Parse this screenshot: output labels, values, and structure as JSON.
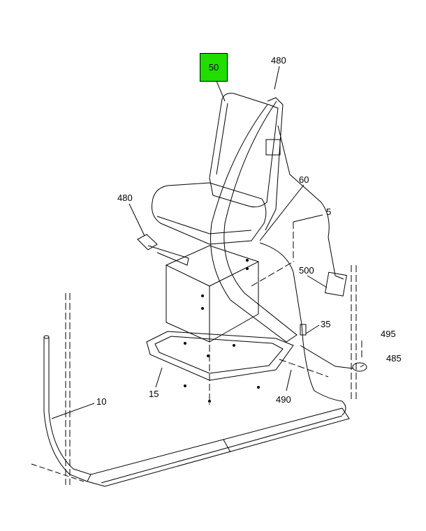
{
  "diagram": {
    "highlight_color": "#22dd00",
    "callouts": {
      "highlighted": "50",
      "c480_top": "480",
      "c60": "60",
      "c480_left": "480",
      "c5": "5",
      "c500": "500",
      "c35": "35",
      "c495": "495",
      "c485": "485",
      "c490": "490",
      "c15": "15",
      "c10": "10"
    }
  }
}
